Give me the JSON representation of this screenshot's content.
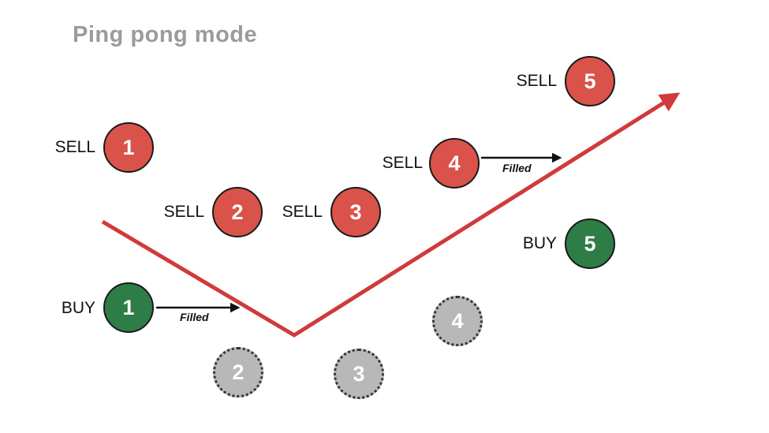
{
  "title": "Ping pong mode",
  "colors": {
    "sell": "#d9534b",
    "buy": "#2e7d46",
    "pending": "#b8b8b8",
    "line": "#d03a3a",
    "title": "#9b9b9b"
  },
  "nodes": [
    {
      "side": "SELL",
      "num": "1",
      "kind": "sell"
    },
    {
      "side": "SELL",
      "num": "2",
      "kind": "sell"
    },
    {
      "side": "SELL",
      "num": "3",
      "kind": "sell"
    },
    {
      "side": "SELL",
      "num": "4",
      "kind": "sell",
      "filled": "Filled"
    },
    {
      "side": "SELL",
      "num": "5",
      "kind": "sell"
    },
    {
      "side": "BUY",
      "num": "1",
      "kind": "buy",
      "filled": "Filled"
    },
    {
      "side": "BUY",
      "num": "5",
      "kind": "buy"
    },
    {
      "num": "2",
      "kind": "pending"
    },
    {
      "num": "3",
      "kind": "pending"
    },
    {
      "num": "4",
      "kind": "pending"
    }
  ]
}
